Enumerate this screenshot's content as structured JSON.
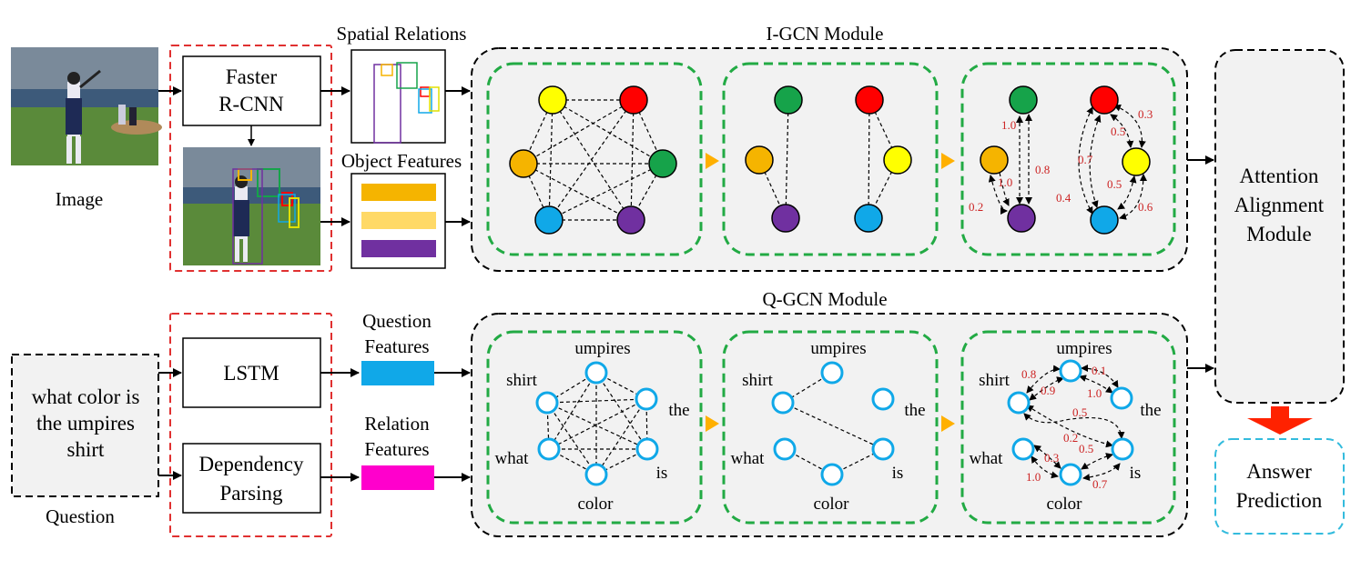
{
  "labels": {
    "image": "Image",
    "question": "Question",
    "question_text": [
      "what color is",
      "the umpires",
      "shirt"
    ],
    "faster_rcnn": [
      "Faster",
      "R-CNN"
    ],
    "spatial_relations": "Spatial Relations",
    "object_features": "Object Features",
    "i_gcn_module": "I-GCN Module",
    "q_gcn_module": "Q-GCN Module",
    "lstm": "LSTM",
    "dependency_parsing": [
      "Dependency",
      "Parsing"
    ],
    "question_features": [
      "Question",
      "Features"
    ],
    "relation_features": [
      "Relation",
      "Features"
    ],
    "attention_alignment": [
      "Attention",
      "Alignment",
      "Module"
    ],
    "answer_prediction": [
      "Answer",
      "Prediction"
    ]
  },
  "words": {
    "umpires": "umpires",
    "shirt": "shirt",
    "the": "the",
    "what": "what",
    "is": "is",
    "color": "color"
  },
  "igcn_weights": {
    "g_p": "1.0",
    "o_p_inner": "1.0",
    "g_p_right": "0.8",
    "o_p": "0.2",
    "r_y_top": "0.3",
    "r_y": "0.5",
    "r_b": "0.7",
    "y_b": "0.5",
    "b_left": "0.4",
    "y_b_right": "0.6"
  },
  "qgcn_weights": {
    "shirt_umpires": "0.8",
    "shirt_umpires2": "0.9",
    "umpires_the": "0.1",
    "umpires_the2": "1.0",
    "shirt_is": "0.2",
    "shirt_is2": "0.5",
    "what_color": "0.3",
    "color_is": "0.5",
    "what_color2": "1.0",
    "color_is2": "0.7"
  },
  "colors": {
    "node_yellow": "#ffff00",
    "node_red": "#ff0000",
    "node_orange": "#f5b400",
    "node_green": "#16a34a",
    "node_blue": "#10a8e8",
    "node_purple": "#7030a0",
    "question_feature_bar": "#10a8e8",
    "relation_feature_bar": "#ff00cc",
    "red_dash": "#e03030",
    "green_dash": "#22aa44",
    "cyan_dash": "#33bbdd",
    "arrow_red": "#ff2200",
    "arrow_orange": "#ffb000"
  }
}
